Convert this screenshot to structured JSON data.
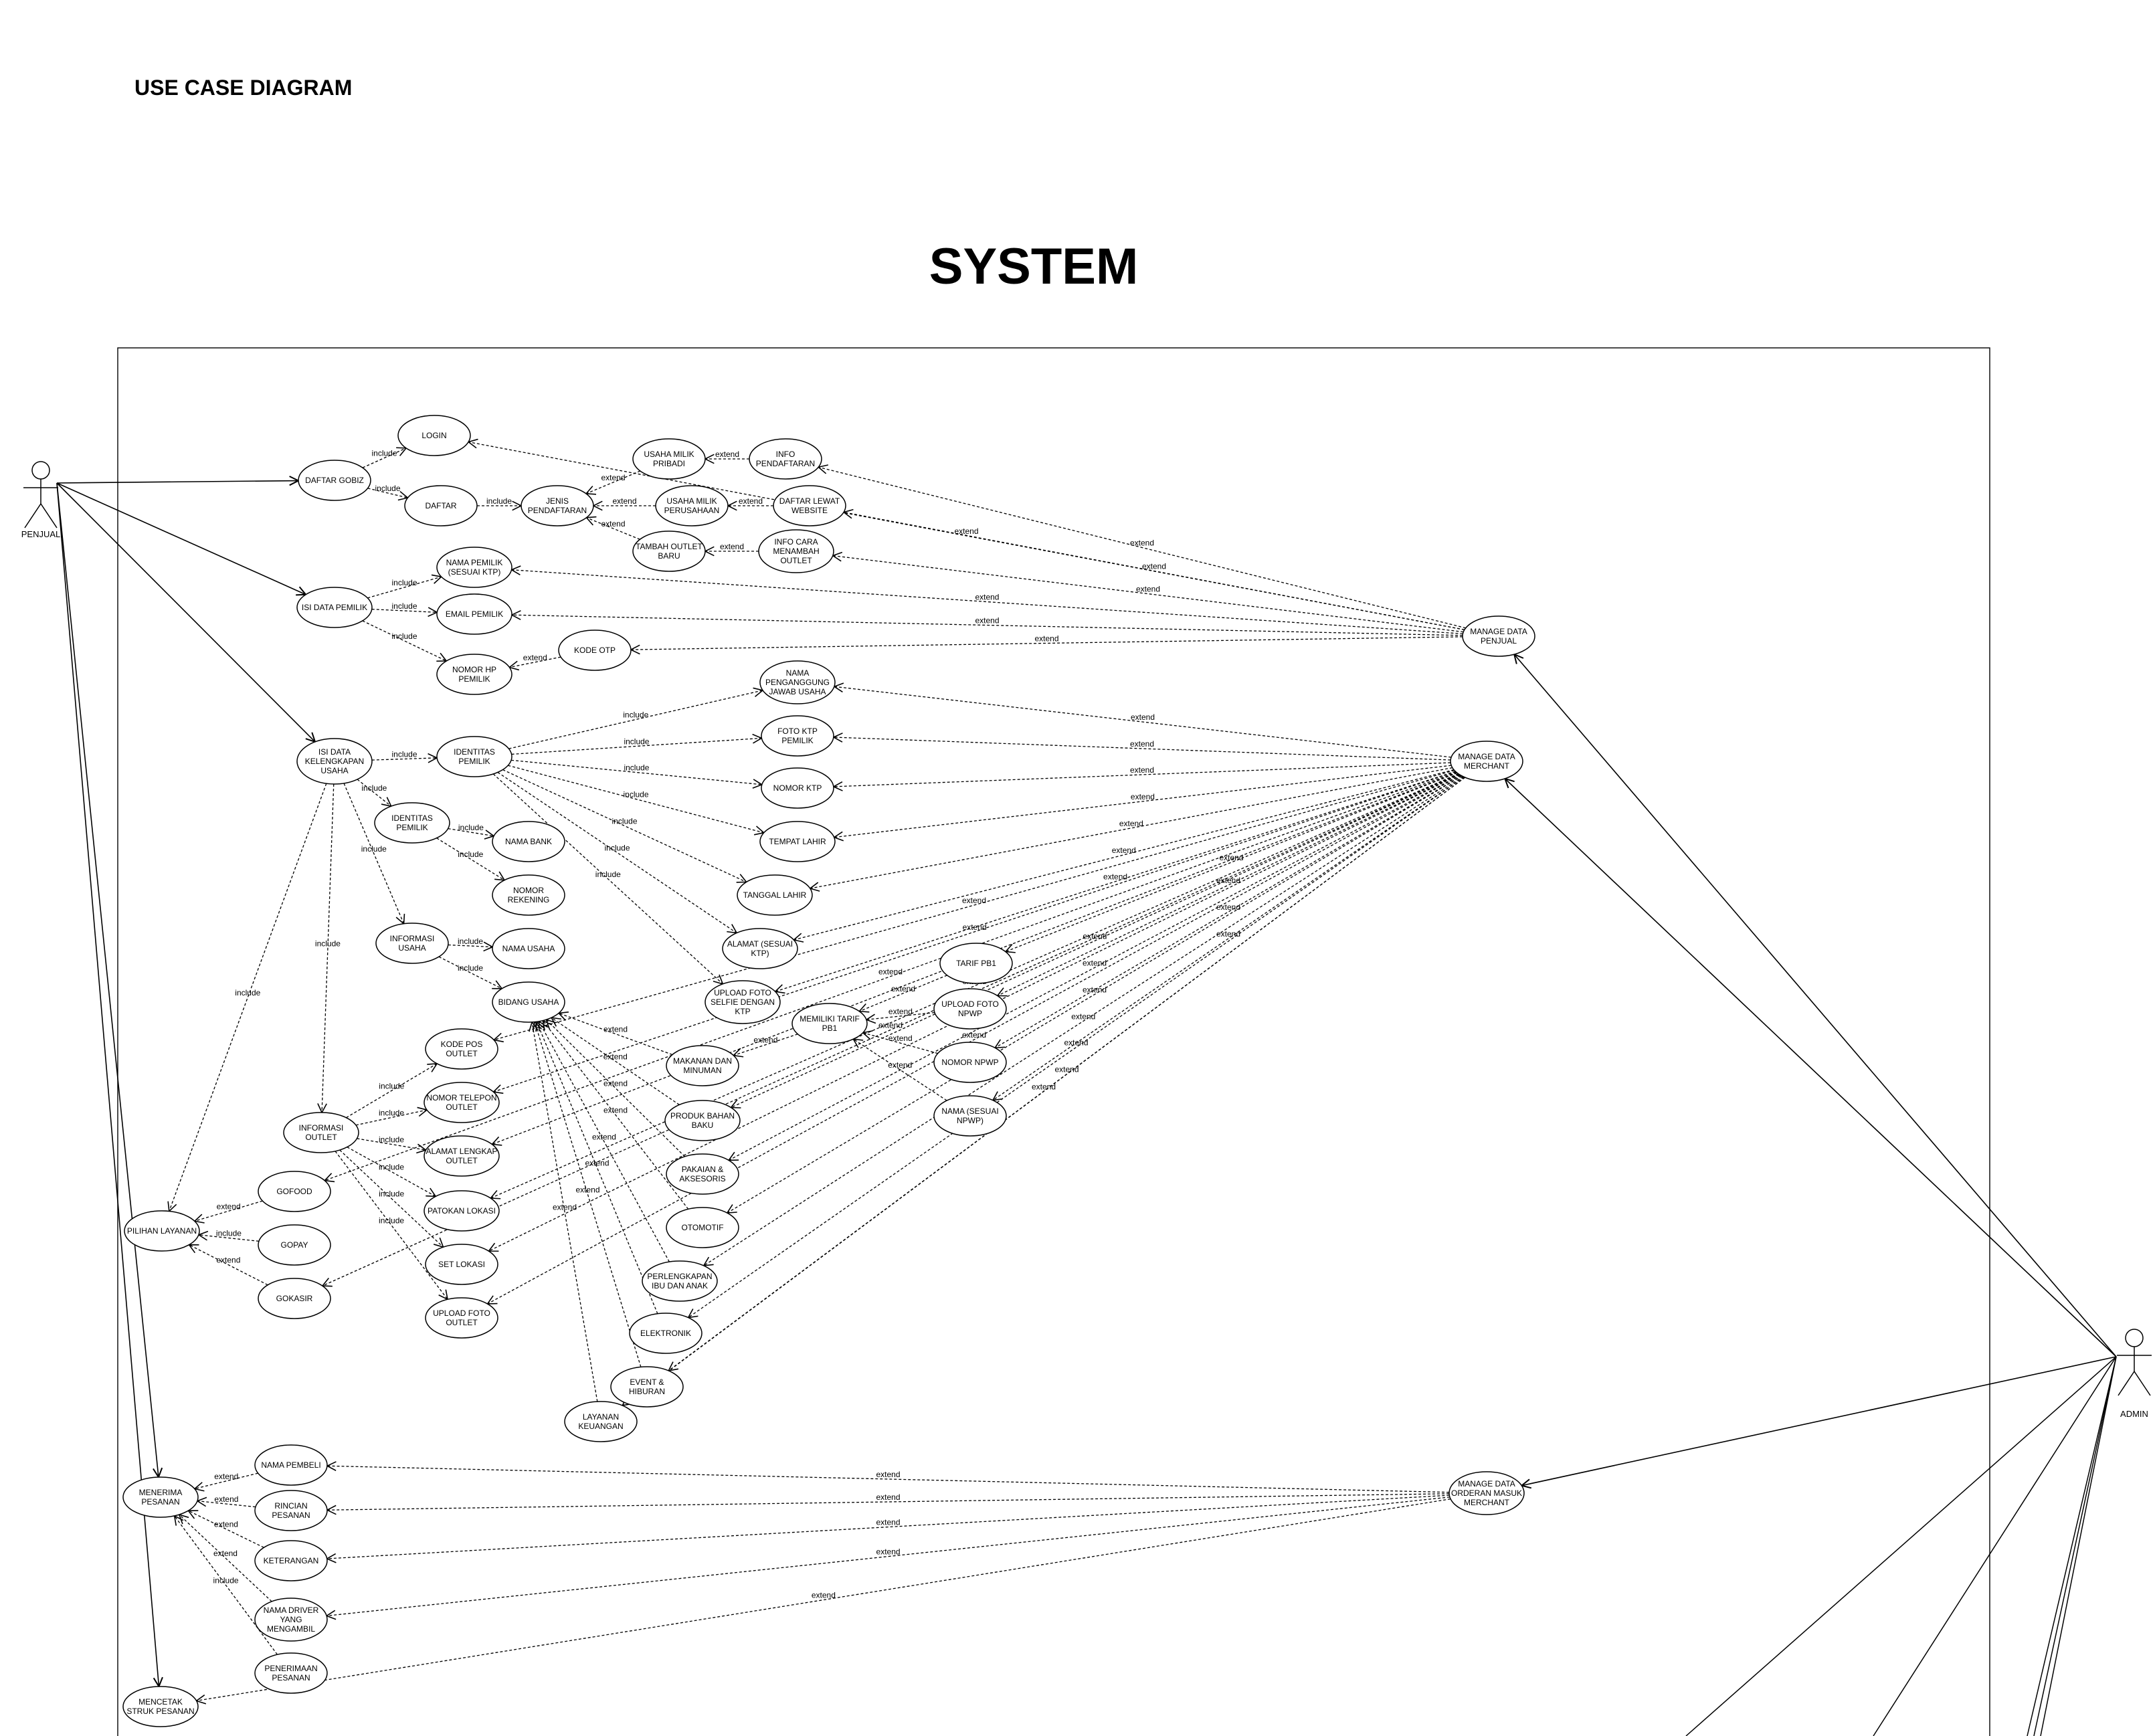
{
  "heading": "USE CASE DIAGRAM",
  "system_title": "SYSTEM",
  "colors": {
    "stroke": "#000000",
    "background": "#ffffff"
  },
  "actors": [
    {
      "id": "penjual",
      "label": "PENJUAL"
    },
    {
      "id": "admin",
      "label": "ADMIN"
    }
  ],
  "use_cases": [
    {
      "id": "login",
      "label": [
        "LOGIN"
      ]
    },
    {
      "id": "daftar_gobiz",
      "label": [
        "DAFTAR GOBIZ"
      ]
    },
    {
      "id": "daftar",
      "label": [
        "DAFTAR"
      ]
    },
    {
      "id": "jenis_pendaftaran",
      "label": [
        "JENIS",
        "PENDAFTARAN"
      ]
    },
    {
      "id": "usaha_pribadi",
      "label": [
        "USAHA MILIK",
        "PRIBADI"
      ]
    },
    {
      "id": "usaha_perusahaan",
      "label": [
        "USAHA MILIK",
        "PERUSAHAAN"
      ]
    },
    {
      "id": "tambah_outlet",
      "label": [
        "TAMBAH OUTLET",
        "BARU"
      ]
    },
    {
      "id": "info_pendaftaran",
      "label": [
        "INFO",
        "PENDAFTARAN"
      ]
    },
    {
      "id": "daftar_website",
      "label": [
        "DAFTAR LEWAT",
        "WEBSITE"
      ]
    },
    {
      "id": "info_cara",
      "label": [
        "INFO CARA",
        "MENAMBAH",
        "OUTLET"
      ]
    },
    {
      "id": "isi_data_pemilik",
      "label": [
        "ISI DATA PEMILIK"
      ]
    },
    {
      "id": "nama_pemilik",
      "label": [
        "NAMA PEMILIK",
        "(SESUAI KTP)"
      ]
    },
    {
      "id": "email_pemilik",
      "label": [
        "EMAIL PEMILIK"
      ]
    },
    {
      "id": "nomor_hp",
      "label": [
        "NOMOR HP",
        "PEMILIK"
      ]
    },
    {
      "id": "kode_otp",
      "label": [
        "KODE OTP"
      ]
    },
    {
      "id": "manage_penjual",
      "label": [
        "MANAGE DATA",
        "PENJUAL"
      ]
    },
    {
      "id": "isi_kelengkapan",
      "label": [
        "ISI DATA",
        "KELENGKAPAN",
        "USAHA"
      ]
    },
    {
      "id": "identitas_pemilik",
      "label": [
        "IDENTITAS",
        "PEMILIK"
      ]
    },
    {
      "id": "identitas_pemilik2",
      "label": [
        "IDENTITAS",
        "PEMILIK"
      ]
    },
    {
      "id": "nama_bank",
      "label": [
        "NAMA BANK"
      ]
    },
    {
      "id": "nomor_rekening",
      "label": [
        "NOMOR",
        "REKENING"
      ]
    },
    {
      "id": "informasi_usaha",
      "label": [
        "INFORMASI",
        "USAHA"
      ]
    },
    {
      "id": "nama_usaha",
      "label": [
        "NAMA USAHA"
      ]
    },
    {
      "id": "bidang_usaha",
      "label": [
        "BIDANG USAHA"
      ]
    },
    {
      "id": "nama_pj",
      "label": [
        "NAMA",
        "PENGANGGUNG",
        "JAWAB USAHA"
      ]
    },
    {
      "id": "foto_ktp",
      "label": [
        "FOTO KTP",
        "PEMILIK"
      ]
    },
    {
      "id": "nomor_ktp",
      "label": [
        "NOMOR KTP"
      ]
    },
    {
      "id": "tempat_lahir",
      "label": [
        "TEMPAT LAHIR"
      ]
    },
    {
      "id": "tanggal_lahir",
      "label": [
        "TANGGAL LAHIR"
      ]
    },
    {
      "id": "alamat_ktp",
      "label": [
        "ALAMAT (SESUAI",
        "KTP)"
      ]
    },
    {
      "id": "upload_selfie",
      "label": [
        "UPLOAD FOTO",
        "SELFIE DENGAN",
        "KTP"
      ]
    },
    {
      "id": "manage_merchant",
      "label": [
        "MANAGE DATA",
        "MERCHANT"
      ]
    },
    {
      "id": "memiliki_tarif",
      "label": [
        "MEMILIKI TARIF",
        "PB1"
      ]
    },
    {
      "id": "tarif_pb1",
      "label": [
        "TARIF PB1"
      ]
    },
    {
      "id": "upload_npwp",
      "label": [
        "UPLOAD FOTO",
        "NPWP"
      ]
    },
    {
      "id": "nomor_npwp",
      "label": [
        "NOMOR NPWP"
      ]
    },
    {
      "id": "nama_npwp",
      "label": [
        "NAMA (SESUAI",
        "NPWP)"
      ]
    },
    {
      "id": "makanan",
      "label": [
        "MAKANAN DAN",
        "MINUMAN"
      ]
    },
    {
      "id": "produk_bahan",
      "label": [
        "PRODUK BAHAN",
        "BAKU"
      ]
    },
    {
      "id": "pakaian",
      "label": [
        "PAKAIAN &",
        "AKSESORIS"
      ]
    },
    {
      "id": "otomotif",
      "label": [
        "OTOMOTIF"
      ]
    },
    {
      "id": "perlengkapan",
      "label": [
        "PERLENGKAPAN",
        "IBU DAN ANAK"
      ]
    },
    {
      "id": "elektronik",
      "label": [
        "ELEKTRONIK"
      ]
    },
    {
      "id": "event",
      "label": [
        "EVENT &",
        "HIBURAN"
      ]
    },
    {
      "id": "layanan_keuangan",
      "label": [
        "LAYANAN",
        "KEUANGAN"
      ]
    },
    {
      "id": "kode_pos",
      "label": [
        "KODE POS",
        "OUTLET"
      ]
    },
    {
      "id": "nomor_telepon",
      "label": [
        "NOMOR TELEPON",
        "OUTLET"
      ]
    },
    {
      "id": "alamat_outlet",
      "label": [
        "ALAMAT LENGKAP",
        "OUTLET"
      ]
    },
    {
      "id": "patokan",
      "label": [
        "PATOKAN LOKASI"
      ]
    },
    {
      "id": "set_lokasi",
      "label": [
        "SET LOKASI"
      ]
    },
    {
      "id": "upload_outlet",
      "label": [
        "UPLOAD FOTO",
        "OUTLET"
      ]
    },
    {
      "id": "informasi_outlet",
      "label": [
        "INFORMASI",
        "OUTLET"
      ]
    },
    {
      "id": "pilihan_layanan",
      "label": [
        "PILIHAN LAYANAN"
      ]
    },
    {
      "id": "gofood",
      "label": [
        "GOFOOD"
      ]
    },
    {
      "id": "gopay",
      "label": [
        "GOPAY"
      ]
    },
    {
      "id": "gokasir",
      "label": [
        "GOKASIR"
      ]
    },
    {
      "id": "menerima_pesanan",
      "label": [
        "MENERIMA",
        "PESANAN"
      ]
    },
    {
      "id": "nama_pembeli",
      "label": [
        "NAMA PEMBELI"
      ]
    },
    {
      "id": "rincian_pesanan",
      "label": [
        "RINCIAN",
        "PESANAN"
      ]
    },
    {
      "id": "keterangan",
      "label": [
        "KETERANGAN"
      ]
    },
    {
      "id": "nama_driver",
      "label": [
        "NAMA DRIVER",
        "YANG",
        "MENGAMBIL"
      ]
    },
    {
      "id": "penerimaan_pesanan",
      "label": [
        "PENERIMAAN",
        "PESANAN"
      ]
    },
    {
      "id": "mencetak_struk",
      "label": [
        "MENCETAK",
        "STRUK PESANAN"
      ]
    },
    {
      "id": "manage_orderan",
      "label": [
        "MANAGE DATA",
        "ORDERAN MASUK",
        "MERCHANT"
      ]
    }
  ],
  "associations": [
    [
      "penjual",
      "daftar_gobiz"
    ],
    [
      "penjual",
      "isi_data_pemilik"
    ],
    [
      "penjual",
      "isi_kelengkapan"
    ],
    [
      "penjual",
      "menerima_pesanan"
    ],
    [
      "penjual",
      "mencetak_struk"
    ],
    [
      "admin",
      "manage_penjual"
    ],
    [
      "admin",
      "manage_merchant"
    ],
    [
      "admin",
      "manage_orderan"
    ]
  ],
  "relations": [
    {
      "from": "daftar_gobiz",
      "to": "login",
      "type": "include"
    },
    {
      "from": "daftar_gobiz",
      "to": "daftar",
      "type": "include"
    },
    {
      "from": "daftar",
      "to": "jenis_pendaftaran",
      "type": "include"
    },
    {
      "from": "usaha_pribadi",
      "to": "jenis_pendaftaran",
      "type": "extend"
    },
    {
      "from": "usaha_perusahaan",
      "to": "jenis_pendaftaran",
      "type": "extend"
    },
    {
      "from": "tambah_outlet",
      "to": "jenis_pendaftaran",
      "type": "extend"
    },
    {
      "from": "info_pendaftaran",
      "to": "usaha_pribadi",
      "type": "extend"
    },
    {
      "from": "daftar_website",
      "to": "usaha_perusahaan",
      "type": "extend"
    },
    {
      "from": "info_cara",
      "to": "tambah_outlet",
      "type": "extend"
    },
    {
      "from": "isi_data_pemilik",
      "to": "nama_pemilik",
      "type": "include"
    },
    {
      "from": "isi_data_pemilik",
      "to": "email_pemilik",
      "type": "include"
    },
    {
      "from": "isi_data_pemilik",
      "to": "nomor_hp",
      "type": "include"
    },
    {
      "from": "kode_otp",
      "to": "nomor_hp",
      "type": "extend"
    },
    {
      "from": "isi_kelengkapan",
      "to": "identitas_pemilik",
      "type": "include"
    },
    {
      "from": "isi_kelengkapan",
      "to": "identitas_pemilik2",
      "type": "include"
    },
    {
      "from": "isi_kelengkapan",
      "to": "informasi_usaha",
      "type": "include"
    },
    {
      "from": "isi_kelengkapan",
      "to": "informasi_outlet",
      "type": "include"
    },
    {
      "from": "isi_kelengkapan",
      "to": "pilihan_layanan",
      "type": "include"
    },
    {
      "from": "identitas_pemilik2",
      "to": "nama_bank",
      "type": "include"
    },
    {
      "from": "identitas_pemilik2",
      "to": "nomor_rekening",
      "type": "include"
    },
    {
      "from": "informasi_usaha",
      "to": "nama_usaha",
      "type": "include"
    },
    {
      "from": "informasi_usaha",
      "to": "bidang_usaha",
      "type": "include"
    },
    {
      "from": "identitas_pemilik",
      "to": "nama_pj",
      "type": "include"
    },
    {
      "from": "identitas_pemilik",
      "to": "foto_ktp",
      "type": "include"
    },
    {
      "from": "identitas_pemilik",
      "to": "nomor_ktp",
      "type": "include"
    },
    {
      "from": "identitas_pemilik",
      "to": "tempat_lahir",
      "type": "include"
    },
    {
      "from": "identitas_pemilik",
      "to": "tanggal_lahir",
      "type": "include"
    },
    {
      "from": "identitas_pemilik",
      "to": "alamat_ktp",
      "type": "include"
    },
    {
      "from": "identitas_pemilik",
      "to": "upload_selfie",
      "type": "include"
    },
    {
      "from": "makanan",
      "to": "bidang_usaha",
      "type": "extend"
    },
    {
      "from": "produk_bahan",
      "to": "bidang_usaha",
      "type": "extend"
    },
    {
      "from": "pakaian",
      "to": "bidang_usaha",
      "type": "extend"
    },
    {
      "from": "otomotif",
      "to": "bidang_usaha",
      "type": "extend"
    },
    {
      "from": "perlengkapan",
      "to": "bidang_usaha",
      "type": "extend"
    },
    {
      "from": "elektronik",
      "to": "bidang_usaha",
      "type": "extend"
    },
    {
      "from": "event",
      "to": "bidang_usaha",
      "type": "extend"
    },
    {
      "from": "layanan_keuangan",
      "to": "bidang_usaha",
      "type": "extend"
    },
    {
      "from": "memiliki_tarif",
      "to": "makanan",
      "type": "extend"
    },
    {
      "from": "tarif_pb1",
      "to": "memiliki_tarif",
      "type": "extend"
    },
    {
      "from": "upload_npwp",
      "to": "memiliki_tarif",
      "type": "extend"
    },
    {
      "from": "nomor_npwp",
      "to": "memiliki_tarif",
      "type": "extend"
    },
    {
      "from": "nama_npwp",
      "to": "memiliki_tarif",
      "type": "extend"
    },
    {
      "from": "informasi_outlet",
      "to": "kode_pos",
      "type": "include"
    },
    {
      "from": "informasi_outlet",
      "to": "nomor_telepon",
      "type": "include"
    },
    {
      "from": "informasi_outlet",
      "to": "alamat_outlet",
      "type": "include"
    },
    {
      "from": "informasi_outlet",
      "to": "patokan",
      "type": "include"
    },
    {
      "from": "informasi_outlet",
      "to": "set_lokasi",
      "type": "include"
    },
    {
      "from": "informasi_outlet",
      "to": "upload_outlet",
      "type": "include"
    },
    {
      "from": "gofood",
      "to": "pilihan_layanan",
      "type": "extend"
    },
    {
      "from": "gopay",
      "to": "pilihan_layanan",
      "type": "include"
    },
    {
      "from": "gokasir",
      "to": "pilihan_layanan",
      "type": "extend"
    },
    {
      "from": "nama_pembeli",
      "to": "menerima_pesanan",
      "type": "extend"
    },
    {
      "from": "rincian_pesanan",
      "to": "menerima_pesanan",
      "type": "extend"
    },
    {
      "from": "keterangan",
      "to": "menerima_pesanan",
      "type": "extend"
    },
    {
      "from": "nama_driver",
      "to": "menerima_pesanan",
      "type": "extend"
    },
    {
      "from": "penerimaan_pesanan",
      "to": "menerima_pesanan",
      "type": "include"
    },
    {
      "from": "manage_penjual",
      "to": "login",
      "type": "extend"
    },
    {
      "from": "manage_penjual",
      "to": "info_pendaftaran",
      "type": "extend"
    },
    {
      "from": "manage_penjual",
      "to": "daftar_website",
      "type": "extend"
    },
    {
      "from": "manage_penjual",
      "to": "info_cara",
      "type": "extend"
    },
    {
      "from": "manage_penjual",
      "to": "nama_pemilik",
      "type": "extend"
    },
    {
      "from": "manage_penjual",
      "to": "email_pemilik",
      "type": "extend"
    },
    {
      "from": "manage_penjual",
      "to": "kode_otp",
      "type": "extend"
    },
    {
      "from": "manage_merchant",
      "to": "nama_pj",
      "type": "extend"
    },
    {
      "from": "manage_merchant",
      "to": "foto_ktp",
      "type": "extend"
    },
    {
      "from": "manage_merchant",
      "to": "nomor_ktp",
      "type": "extend"
    },
    {
      "from": "manage_merchant",
      "to": "tempat_lahir",
      "type": "extend"
    },
    {
      "from": "manage_merchant",
      "to": "tanggal_lahir",
      "type": "extend"
    },
    {
      "from": "manage_merchant",
      "to": "alamat_ktp",
      "type": "extend"
    },
    {
      "from": "manage_merchant",
      "to": "upload_selfie",
      "type": "extend"
    },
    {
      "from": "manage_merchant",
      "to": "tarif_pb1",
      "type": "extend"
    },
    {
      "from": "manage_merchant",
      "to": "upload_npwp",
      "type": "extend"
    },
    {
      "from": "manage_merchant",
      "to": "nomor_npwp",
      "type": "extend"
    },
    {
      "from": "manage_merchant",
      "to": "nama_npwp",
      "type": "extend"
    },
    {
      "from": "manage_merchant",
      "to": "produk_bahan",
      "type": "extend"
    },
    {
      "from": "manage_merchant",
      "to": "pakaian",
      "type": "extend"
    },
    {
      "from": "manage_merchant",
      "to": "otomotif",
      "type": "extend"
    },
    {
      "from": "manage_merchant",
      "to": "perlengkapan",
      "type": "extend"
    },
    {
      "from": "manage_merchant",
      "to": "elektronik",
      "type": "extend"
    },
    {
      "from": "manage_merchant",
      "to": "event",
      "type": "extend"
    },
    {
      "from": "manage_merchant",
      "to": "layanan_keuangan",
      "type": "extend"
    },
    {
      "from": "manage_merchant",
      "to": "kode_pos",
      "type": "extend"
    },
    {
      "from": "manage_merchant",
      "to": "nomor_telepon",
      "type": "extend"
    },
    {
      "from": "manage_merchant",
      "to": "alamat_outlet",
      "type": "extend"
    },
    {
      "from": "manage_merchant",
      "to": "patokan",
      "type": "extend"
    },
    {
      "from": "manage_merchant",
      "to": "set_lokasi",
      "type": "extend"
    },
    {
      "from": "manage_merchant",
      "to": "upload_outlet",
      "type": "extend"
    },
    {
      "from": "manage_merchant",
      "to": "gofood",
      "type": "extend"
    },
    {
      "from": "manage_merchant",
      "to": "gokasir",
      "type": "extend"
    },
    {
      "from": "manage_orderan",
      "to": "nama_pembeli",
      "type": "extend"
    },
    {
      "from": "manage_orderan",
      "to": "rincian_pesanan",
      "type": "extend"
    },
    {
      "from": "manage_orderan",
      "to": "keterangan",
      "type": "extend"
    },
    {
      "from": "manage_orderan",
      "to": "nama_driver",
      "type": "extend"
    },
    {
      "from": "manage_orderan",
      "to": "mencetak_struk",
      "type": "extend"
    }
  ]
}
